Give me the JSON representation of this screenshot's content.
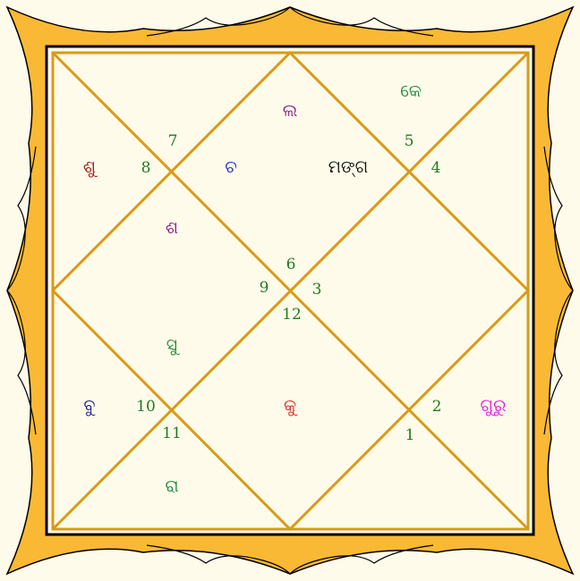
{
  "colors": {
    "background": "#fffbea",
    "border_fill": "#f9b934",
    "border_stroke": "#000000",
    "grid_line": "#d99a17",
    "house_number": "#1f7a1f"
  },
  "house_numbers": [
    "7",
    "8",
    "5",
    "4",
    "6",
    "9",
    "3",
    "12",
    "10",
    "11",
    "2",
    "1"
  ],
  "planets": {
    "ke": {
      "label": "କେ",
      "color": "#1f8a3a"
    },
    "la": {
      "label": "ଲ",
      "color": "#8b1a8b"
    },
    "shu": {
      "label": "ଶୁ",
      "color": "#a01818"
    },
    "cha": {
      "label": "ଚ",
      "color": "#1c2fd6"
    },
    "mangal": {
      "label": "ମଙ୍ଗ",
      "color": "#111111"
    },
    "sha": {
      "label": "ଶ",
      "color": "#8b1a8b"
    },
    "su": {
      "label": "ସୁ",
      "color": "#1f8a3a"
    },
    "bu": {
      "label": "ବୁ",
      "color": "#1a1a8a"
    },
    "ku": {
      "label": "କୁ",
      "color": "#e0261f"
    },
    "guru": {
      "label": "ଗୁରୁ",
      "color": "#e020e0"
    },
    "ra": {
      "label": "ରା",
      "color": "#1f8a3a"
    }
  }
}
